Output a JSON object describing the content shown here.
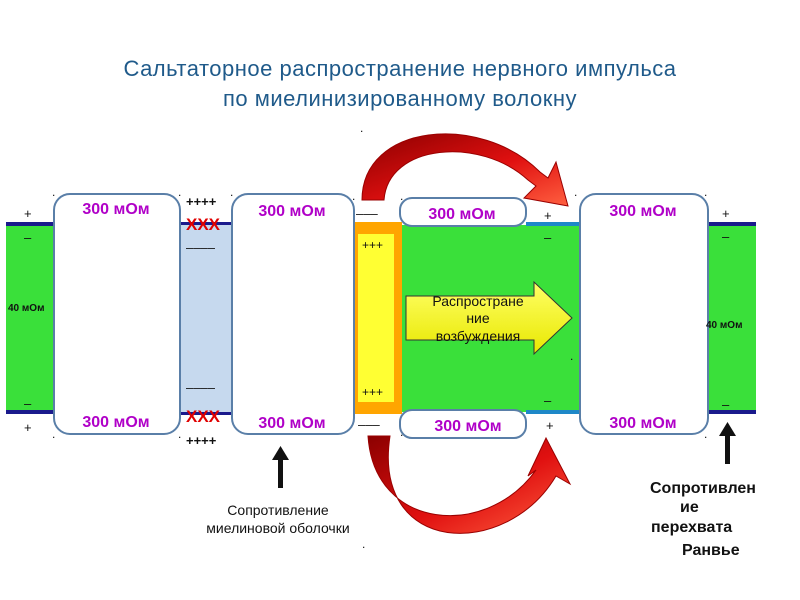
{
  "title": {
    "line1": "Сальтаторное распространение нервного импульса",
    "line2": "по миелинизированному волокну"
  },
  "diagram": {
    "myelin_labels": {
      "b1_top": "300 мОм",
      "b1_bottom": "300 мОм",
      "b2_top": "300 мОм",
      "b2_bottom": "300 мОм",
      "b3_top": "300 мОм",
      "b3_bottom": "300 мОм",
      "b4_top": "300 мОм",
      "b4_bottom": "300 мОм"
    },
    "node_resistance_left": "40 мОм",
    "node_resistance_right": "40 мОм",
    "charges": {
      "plus": "+",
      "minus": "–",
      "plus4": "++++",
      "minus4": "––––",
      "minus3": "–––",
      "plus3": "+++",
      "xxx": "ХХХ",
      "dot": "."
    },
    "arrow_text": {
      "line1": "Распростране",
      "line2": "ние",
      "line3": "возбуждения"
    },
    "caption_myelin": {
      "line1": "Сопротивление",
      "line2": "миелиновой оболочки"
    },
    "caption_ranvier": {
      "line1": "Сопротивлен",
      "line2": "ие",
      "line3": "перехвата",
      "line4": "Ранвье"
    },
    "colors": {
      "title": "#1f5a8a",
      "axon_green": "#3ae03a",
      "axon_blue": "#c6d9ee",
      "node_yellow": "#ffff33",
      "node_orange": "#ffa500",
      "membrane_navy": "#1a1a8c",
      "membrane_teal": "#1e88c8",
      "label_magenta": "#b000c8",
      "arrow_red": "#e01010",
      "xxx_red": "#e00000"
    }
  }
}
